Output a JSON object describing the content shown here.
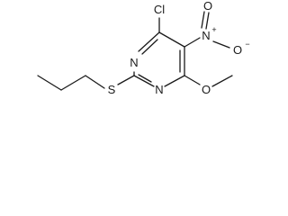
{
  "molecule": {
    "atoms": {
      "chlorine": "Cl",
      "nitro_nitrogen": "N",
      "nitro_charge": "+",
      "nitro_oxygen_double": "O",
      "nitro_oxygen_single": "O",
      "nitro_oxygen_charge": "−",
      "ring_nitrogen_upper": "N",
      "ring_nitrogen_lower": "N",
      "methoxy_oxygen": "O",
      "sulfur": "S"
    },
    "colors": {
      "bond": "#1a1a1a",
      "label": "#1a1a1a",
      "background": "#ffffff"
    }
  }
}
